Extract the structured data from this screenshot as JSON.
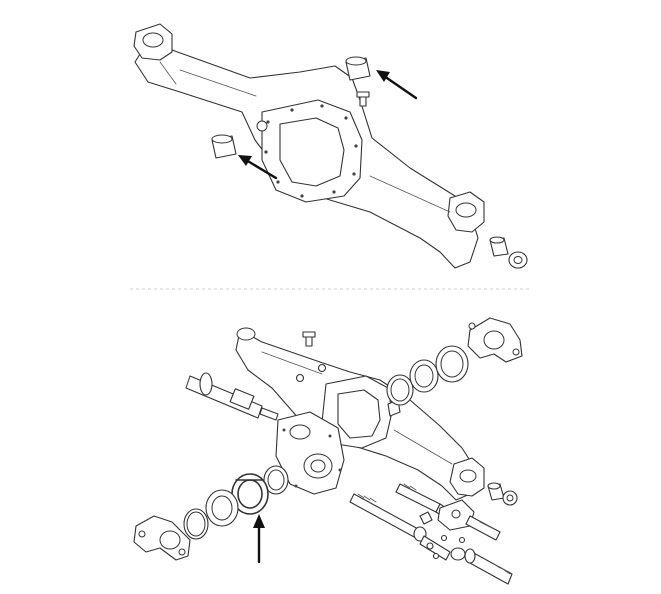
{
  "figures": [
    {
      "name": "assembled-axle-housing",
      "bushings_marked": 2
    },
    {
      "name": "exploded-axle-assembly",
      "parts_marked": 1
    }
  ],
  "colors": {
    "line": "#333333",
    "arrow": "#111111",
    "background": "#ffffff",
    "divider": "#cfcfcf"
  }
}
